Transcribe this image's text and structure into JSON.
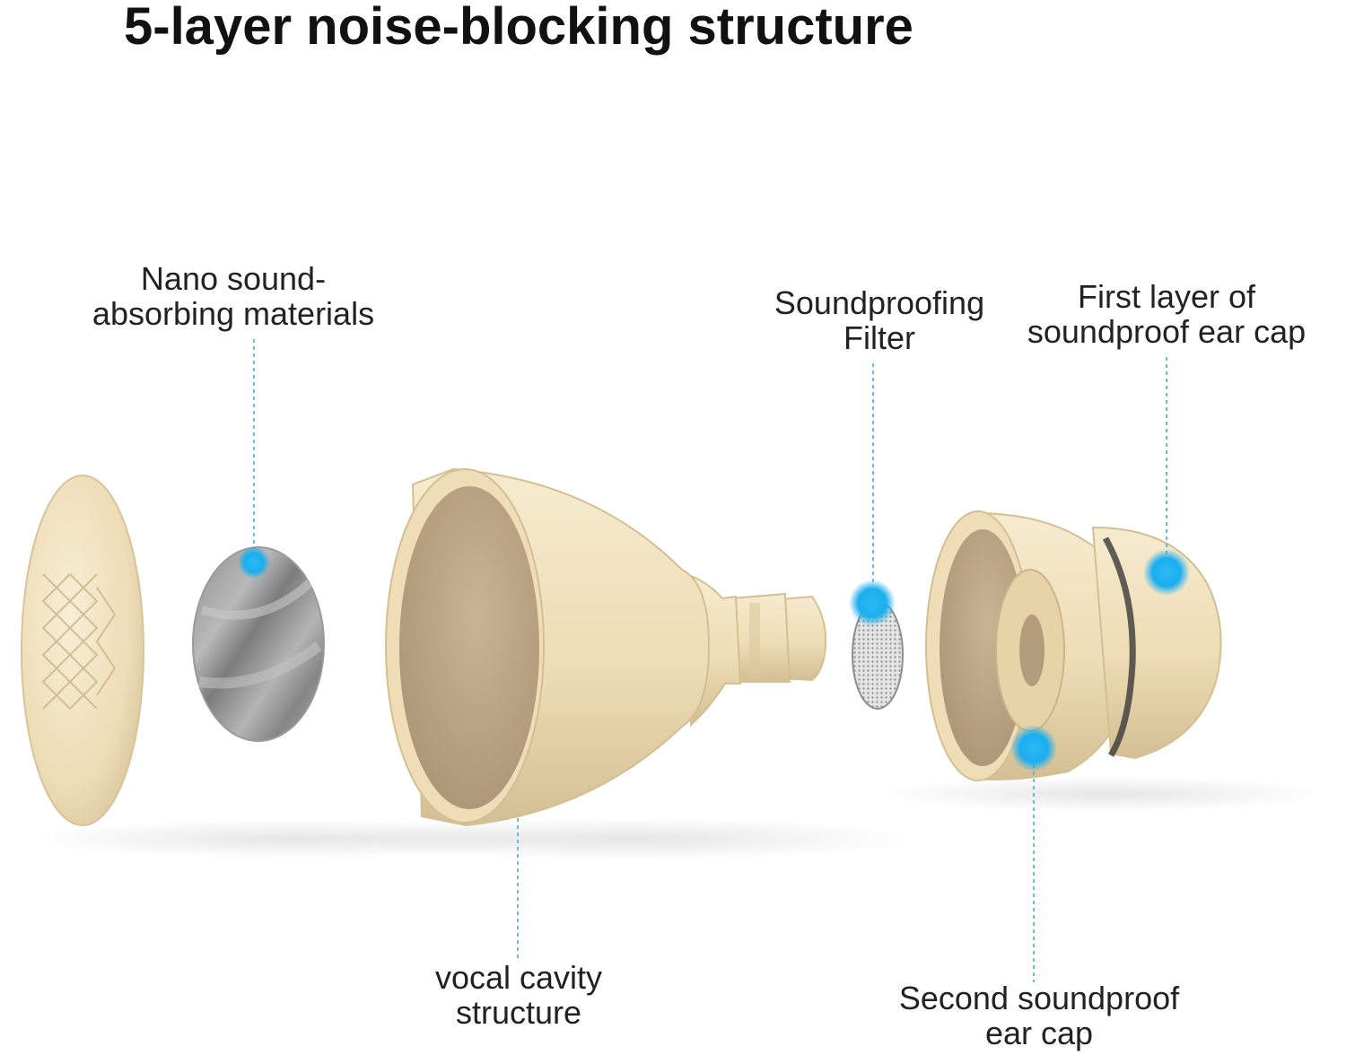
{
  "title": "5-layer noise-blocking structure",
  "colors": {
    "beige": "#F0E2C0",
    "beige_dark": "#D9C69C",
    "inner": "#BFA98A",
    "accent": "#1AAEEF",
    "leader": "#4AA8D8"
  },
  "labels": {
    "nano": {
      "line1": "Nano sound-",
      "line2": "absorbing materials"
    },
    "filter": {
      "line1": "Soundproofing",
      "line2": "Filter"
    },
    "first_cap": {
      "line1": "First layer of",
      "line2": "soundproof ear cap"
    },
    "vocal": {
      "line1": "vocal cavity",
      "line2": "structure"
    },
    "second_cap": {
      "line1": "Second soundproof",
      "line2": "ear cap"
    }
  }
}
